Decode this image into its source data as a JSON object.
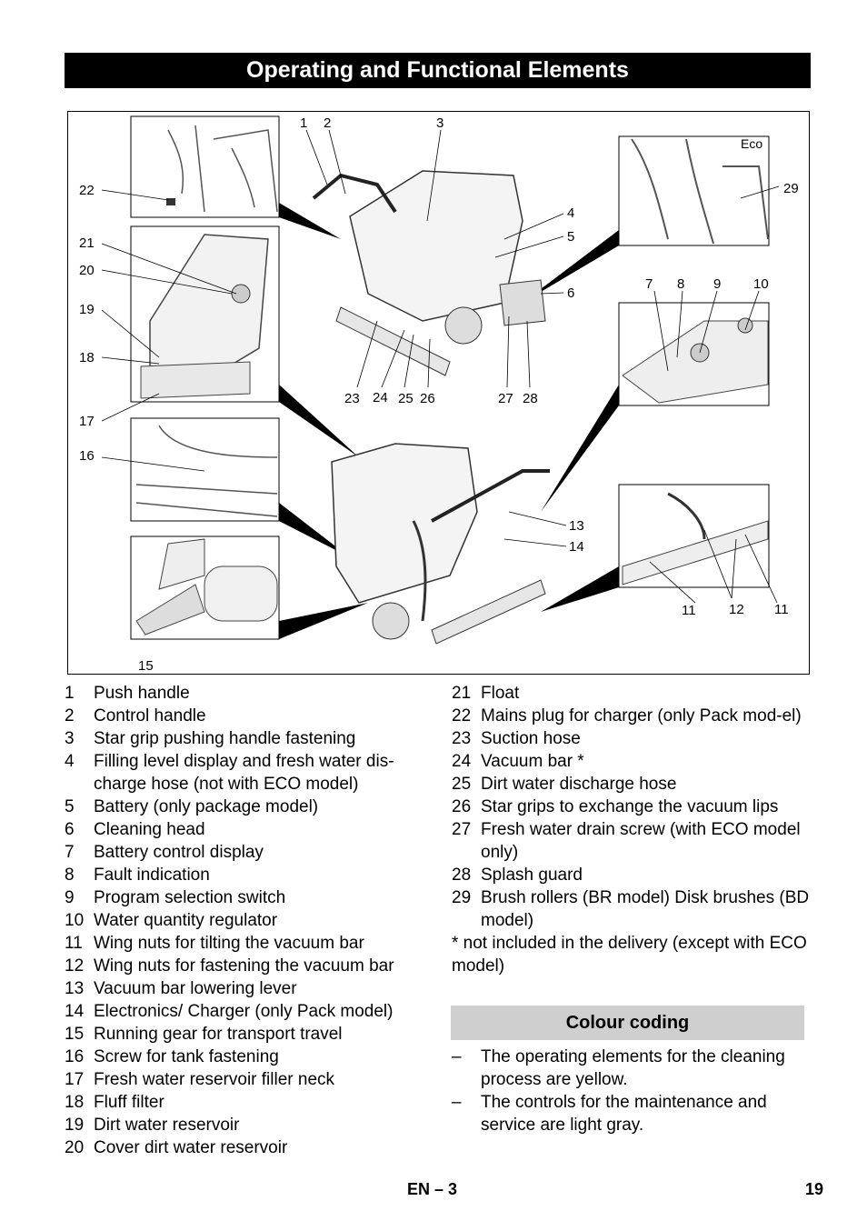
{
  "title": "Operating and Functional Elements",
  "figure": {
    "callouts": [
      "1",
      "2",
      "3",
      "4",
      "5",
      "6",
      "7",
      "8",
      "9",
      "10",
      "11",
      "12",
      "11",
      "13",
      "14",
      "15",
      "16",
      "17",
      "18",
      "19",
      "20",
      "21",
      "22",
      "23",
      "24",
      "25",
      "26",
      "27",
      "28",
      "29"
    ],
    "eco_label": "Eco"
  },
  "legend": {
    "left": [
      {
        "num": "1",
        "text": "Push handle"
      },
      {
        "num": "2",
        "text": "Control handle"
      },
      {
        "num": "3",
        "text": "Star grip pushing handle fastening"
      },
      {
        "num": "4",
        "text": "Filling level display and fresh water dis-charge hose (not with ECO model)"
      },
      {
        "num": "5",
        "text": "Battery (only package model)"
      },
      {
        "num": "6",
        "text": "Cleaning head"
      },
      {
        "num": "7",
        "text": "Battery control display"
      },
      {
        "num": "8",
        "text": "Fault indication"
      },
      {
        "num": "9",
        "text": "Program selection switch"
      },
      {
        "num": "10",
        "text": "Water quantity regulator"
      },
      {
        "num": "11",
        "text": "Wing nuts for tilting the vacuum bar"
      },
      {
        "num": "12",
        "text": "Wing nuts for fastening the vacuum bar"
      },
      {
        "num": "13",
        "text": "Vacuum bar lowering lever"
      },
      {
        "num": "14",
        "text": "Electronics/ Charger (only Pack model)"
      },
      {
        "num": "15",
        "text": "Running gear for transport travel"
      },
      {
        "num": "16",
        "text": "Screw for tank fastening"
      },
      {
        "num": "17",
        "text": "Fresh water reservoir filler neck"
      },
      {
        "num": "18",
        "text": "Fluff filter"
      },
      {
        "num": "19",
        "text": "Dirt water reservoir"
      },
      {
        "num": "20",
        "text": "Cover dirt water reservoir"
      }
    ],
    "right": [
      {
        "num": "21",
        "text": "Float"
      },
      {
        "num": "22",
        "text": "Mains plug for charger (only Pack mod-el)"
      },
      {
        "num": "23",
        "text": "Suction hose"
      },
      {
        "num": "24",
        "text": "Vacuum bar *"
      },
      {
        "num": "25",
        "text": "Dirt water discharge hose"
      },
      {
        "num": "26",
        "text": "Star grips to exchange the vacuum lips"
      },
      {
        "num": "27",
        "text": "Fresh water drain screw (with ECO model only)"
      },
      {
        "num": "28",
        "text": "Splash guard"
      },
      {
        "num": "29",
        "text": "Brush rollers (BR model) Disk brushes (BD model)"
      }
    ],
    "footnote": "* not included in the delivery (except with ECO model)"
  },
  "colour_coding": {
    "heading": "Colour coding",
    "bullets": [
      {
        "dash": "–",
        "text": "The operating elements for the cleaning process are yellow."
      },
      {
        "dash": "–",
        "text": "The controls for the maintenance and service are light gray."
      }
    ]
  },
  "footer": {
    "page_label": "EN – 3",
    "page_number": "19"
  }
}
